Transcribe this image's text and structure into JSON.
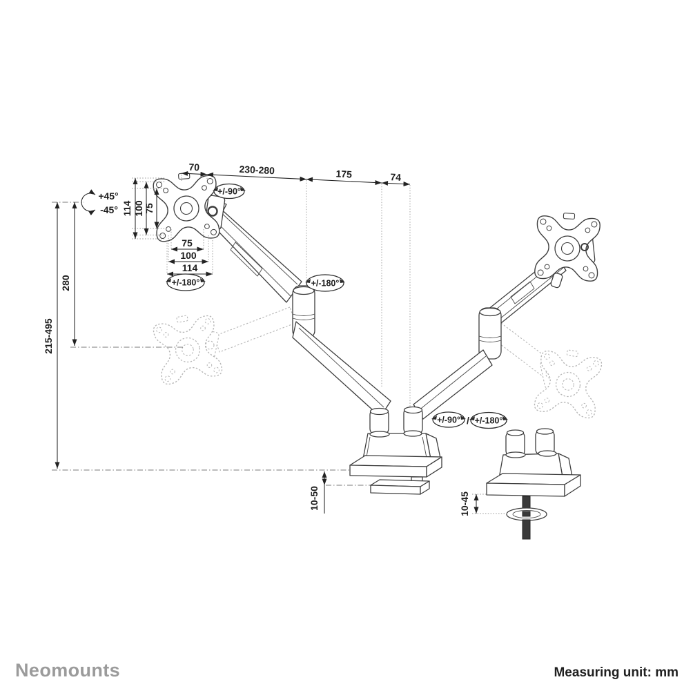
{
  "page": {
    "background": "#ffffff"
  },
  "footer": {
    "brand": "Neomounts",
    "measuring_unit": "Measuring unit: mm"
  },
  "dims": {
    "top_offset": "70",
    "top_arm_reach": "230-280",
    "top_forearm": "175",
    "top_mount_offset": "74",
    "vesa_v_114": "114",
    "vesa_v_100": "100",
    "vesa_v_75": "75",
    "vesa_h_75": "75",
    "vesa_h_100": "100",
    "vesa_h_114": "114",
    "lift_range": "280",
    "height_range": "215-495",
    "clamp_thickness": "10-50",
    "grommet_thickness": "10-45"
  },
  "angles": {
    "tilt_plus": "+45°",
    "tilt_minus": "-45°",
    "swivel": "+/-90°",
    "vesa_rotate": "+/-180°",
    "elbow_rotate": "+/-180°",
    "base_swivel": "+/-90°",
    "separator": "/",
    "base_rotate": "+/-180°"
  },
  "colors": {
    "line": "#3d3d3d",
    "ghost": "#b5b5b5",
    "dimension": "#222222",
    "brand": "#9b9b9b",
    "text": "#202020"
  }
}
